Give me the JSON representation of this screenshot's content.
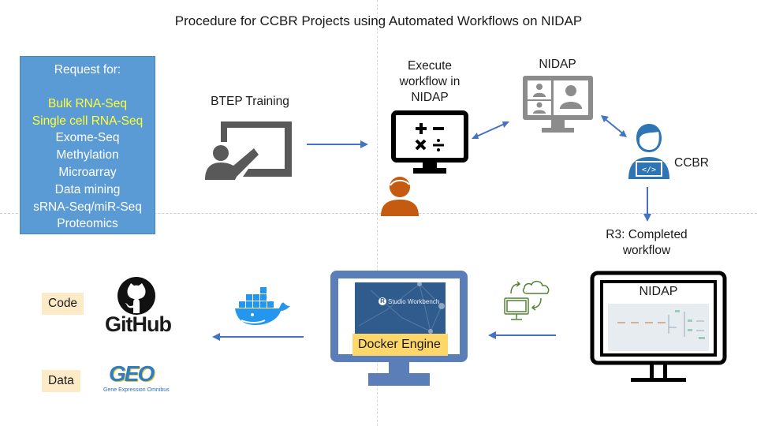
{
  "title": "Procedure for CCBR Projects using Automated Workflows on NIDAP",
  "request_box": {
    "header": "Request for:",
    "items": [
      {
        "label": "Bulk RNA-Seq",
        "highlighted": true
      },
      {
        "label": "Single cell RNA-Seq",
        "highlighted": true
      },
      {
        "label": "Exome-Seq",
        "highlighted": false
      },
      {
        "label": "Methylation",
        "highlighted": false
      },
      {
        "label": "Microarray",
        "highlighted": false
      },
      {
        "label": "Data mining",
        "highlighted": false
      },
      {
        "label": "sRNA-Seq/miR-Seq",
        "highlighted": false
      },
      {
        "label": "Proteomics",
        "highlighted": false
      }
    ],
    "highlight_color": "#ffff33",
    "background_color": "#5b9bd5"
  },
  "steps": {
    "btep": {
      "label": "BTEP Training",
      "icon": "presenter-icon"
    },
    "execute": {
      "label_lines": [
        "Execute",
        "workflow in",
        "NIDAP"
      ],
      "icon": "calculator-monitor-icon"
    },
    "nidap_top": {
      "label": "NIDAP",
      "icon": "video-conference-monitor-icon"
    },
    "ccbr": {
      "label": "CCBR",
      "icon": "developer-icon"
    },
    "completed": {
      "label_lines": [
        "R3: Completed",
        "workflow"
      ],
      "screen_label": "NIDAP",
      "icon": "monitor-workflow-icon"
    },
    "docker": {
      "label": "Docker Engine",
      "screen_brand": "Studio Workbench",
      "screen_brand_letter": "R"
    },
    "sync": {
      "icon": "cloud-sync-icon"
    },
    "docker_whale": {
      "icon": "docker-whale-icon"
    }
  },
  "outputs": [
    {
      "tag": "Code",
      "logo_text": "GitHub",
      "icon": "github-icon"
    },
    {
      "tag": "Data",
      "logo_text": "GEO",
      "logo_subtext": "Gene Expression Omnibus",
      "icon": "geo-logo"
    }
  ],
  "colors": {
    "arrow": "#4472c4",
    "person_orange": "#c55a11",
    "dev_blue": "#2e75b6",
    "gray_icon": "#8c8c8c",
    "monitor_blue": "#5b7db8",
    "docker_yellow": "#fdd76a",
    "tag_bg": "#fdebc8",
    "sync_green": "#548235"
  }
}
